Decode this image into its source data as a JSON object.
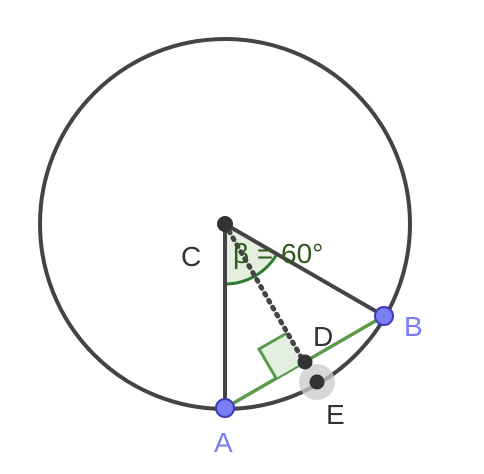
{
  "points": {
    "A": {
      "label": "A"
    },
    "B": {
      "label": "B"
    },
    "C": {
      "label": "C"
    },
    "D": {
      "label": "D"
    },
    "E": {
      "label": "E"
    }
  },
  "angle": {
    "label": "β = 60°"
  },
  "colors": {
    "circle": "#444444",
    "segment": "#444444",
    "chord": "#5a9a4a",
    "angle_fill": "#e4efe0",
    "angle_stroke": "#2e7d32",
    "angle_text": "#2e5a1e",
    "free_point_fill": "#7b7df5",
    "free_point_stroke": "#3b3db5",
    "free_label": "#7b7df5",
    "dependent_point": "#333333",
    "dependent_label": "#333333",
    "highlight": "#c9c9c9"
  }
}
